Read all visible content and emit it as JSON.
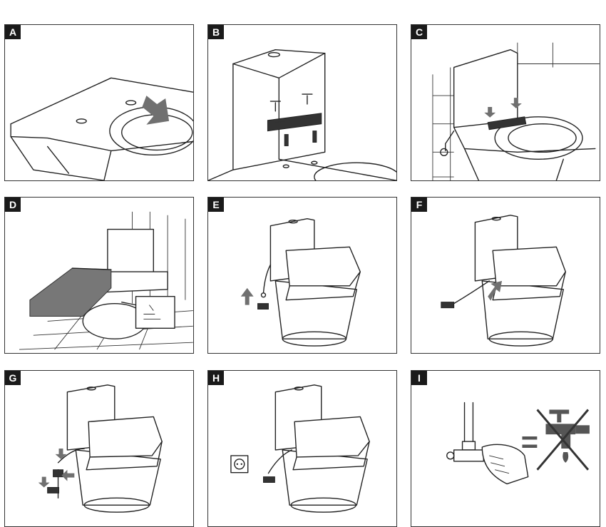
{
  "panels": [
    {
      "label": "A",
      "step": "mark-mounting-holes"
    },
    {
      "label": "B",
      "step": "fit-mounting-bracket"
    },
    {
      "label": "C",
      "step": "fasten-bracket"
    },
    {
      "label": "D",
      "step": "slide-seat-onto-bracket"
    },
    {
      "label": "E",
      "step": "attach-water-hose"
    },
    {
      "label": "F",
      "step": "connect-hose-to-seat"
    },
    {
      "label": "G",
      "step": "connect-tee-valve"
    },
    {
      "label": "H",
      "step": "plug-into-power-outlet"
    },
    {
      "label": "I",
      "step": "open-water-valve"
    }
  ],
  "symbols": {
    "equals": "=",
    "colors": {
      "arrow": "#707070",
      "label_bg": "#1a1a1a",
      "line": "#222222"
    }
  }
}
